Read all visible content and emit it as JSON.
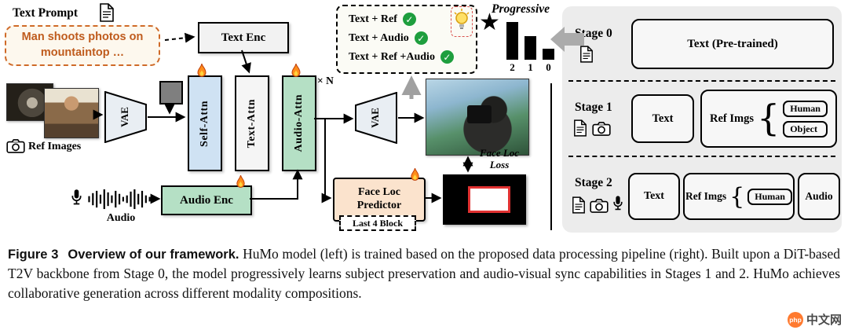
{
  "diagram": {
    "text_prompt_label": "Text Prompt",
    "prompt_text": "Man shoots photos on mountaintop …",
    "text_enc_label": "Text Enc",
    "ref_images_label": "Ref Images",
    "vae_in_label": "VAE",
    "vae_out_label": "VAE",
    "self_attn_label": "Self-Attn",
    "text_attn_label": "Text-Attn",
    "audio_attn_label": "Audio-Attn",
    "repeat_label": "× N",
    "audio_enc_label": "Audio Enc",
    "audio_label": "Audio",
    "face_loc_predictor_label": "Face Loc Predictor",
    "last_block_label": "Last 4 Block",
    "face_loc_loss_label": "Face Loc Loss",
    "combo_items": [
      "Text + Ref",
      "Text + Audio",
      "Text + Ref +Audio"
    ],
    "progressive_label": "Progressive",
    "bar_labels": [
      "2",
      "1",
      "0"
    ],
    "bar_values": [
      2,
      1,
      0
    ]
  },
  "pipeline": {
    "stage0": {
      "name": "Stage 0",
      "box": "Text  (Pre-trained)"
    },
    "stage1": {
      "name": "Stage 1",
      "text_box": "Text",
      "ref_label": "Ref Imgs",
      "ref_items": [
        "Human",
        "Object"
      ]
    },
    "stage2": {
      "name": "Stage 2",
      "text_box": "Text",
      "ref_label": "Ref Imgs",
      "ref_items": [
        "Human"
      ],
      "audio_box": "Audio"
    }
  },
  "caption": {
    "tag": "Figure 3",
    "title": "Overview of our framework.",
    "body": "HuMo model (left) is trained based on the proposed data processing pipeline (right). Built upon a DiT-based T2V backbone from Stage 0, the model progressively learns subject preservation and audio-visual sync capabilities in Stages 1 and 2. HuMo achieves collaborative generation across different modality compositions."
  },
  "watermark": {
    "logo": "php",
    "name": "中文网"
  },
  "icons": {
    "check": "✓",
    "star": "★",
    "brace": "{"
  },
  "colors": {
    "self_attn": "#cfe2f3",
    "audio_green": "#b5e0c5",
    "face_loc_orange": "#fbe3cd",
    "prompt_orange": "#bf5b1d",
    "check_green": "#1e9e3e",
    "panel_gray": "#ececec",
    "loss_red": "#e03131"
  }
}
